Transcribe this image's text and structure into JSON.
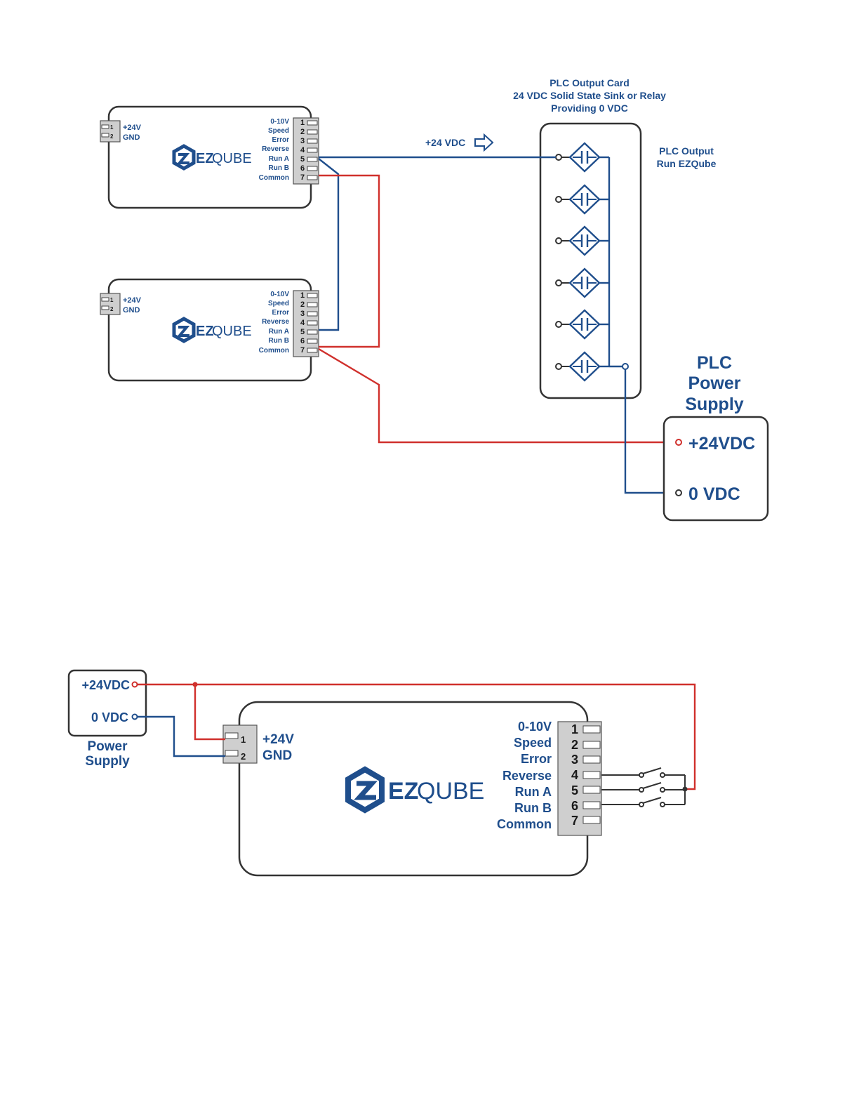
{
  "plc_card": {
    "title_line1": "PLC Output Card",
    "title_line2": "24 VDC Solid State Sink or Relay",
    "title_line3": "Providing 0 VDC",
    "output_label_line1": "PLC Output",
    "output_label_line2": "Run EZQube",
    "supply_arrow_label": "+24 VDC"
  },
  "plc_power_supply": {
    "title_line1": "PLC",
    "title_line2": "Power",
    "title_line3": "Supply",
    "pos_label": "+24VDC",
    "neg_label": "0 VDC"
  },
  "ezqube_module": {
    "brand_ez": "EZ",
    "brand_qube": "QUBE",
    "power_terminal": {
      "pins": [
        "1",
        "2"
      ],
      "labels": [
        "+24V",
        "GND"
      ]
    },
    "io_terminal": {
      "pins": [
        "1",
        "2",
        "3",
        "4",
        "5",
        "6",
        "7"
      ],
      "labels": [
        "0-10V",
        "Speed",
        "Error",
        "Reverse",
        "Run A",
        "Run B",
        "Common"
      ]
    }
  },
  "power_supply": {
    "pos_label": "+24VDC",
    "neg_label": "0 VDC",
    "caption_line1": "Power",
    "caption_line2": "Supply"
  },
  "colors": {
    "wire_blue": "#1f4e8c",
    "wire_red": "#d0302c",
    "label_blue": "#1f4e8c"
  }
}
